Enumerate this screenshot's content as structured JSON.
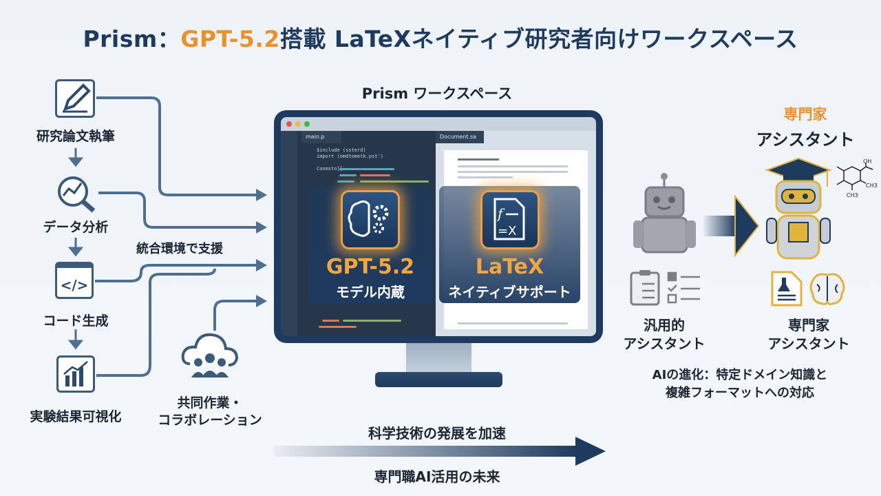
{
  "title": {
    "prefix": "Prism：",
    "highlight": "GPT-5.2",
    "suffix": "搭載 LaTeXネイティブ研究者向けワークスペース"
  },
  "workspace_label": "Prism ワークスペース",
  "left_flow": [
    {
      "label": "研究論文執筆",
      "icon": "pencil-icon"
    },
    {
      "label": "データ分析",
      "icon": "analysis-magnifier-icon"
    },
    {
      "label": "コード生成",
      "icon": "code-icon"
    },
    {
      "label": "実験結果可視化",
      "icon": "bar-chart-icon"
    }
  ],
  "integration_label": "統合環境で支援",
  "collab": {
    "line1": "共同作業・",
    "line2": "コラボレーション",
    "icon": "cloud-people-icon"
  },
  "editor": {
    "tab_code": "main.p",
    "tab_doc": "Document.sa",
    "code_lines": [
      "$include (ssterd)",
      "import (omdtometk.pst')",
      "",
      "Conmstn[["
    ]
  },
  "features": {
    "gpt": {
      "big": "GPT-5.2",
      "sub": "モデル内蔵",
      "icon": "brain-gear-icon"
    },
    "latex": {
      "big": "LaTeX",
      "sub": "ネイティブサポート",
      "icon": "formula-document-icon"
    }
  },
  "right": {
    "top_title_accent": "専門家",
    "top_title": "アシスタント",
    "general": {
      "line1": "汎用的",
      "line2": "アシスタント",
      "icon": "robot-icon"
    },
    "expert": {
      "line1": "専門家",
      "line2": "アシスタント",
      "icon": "graduate-robot-icon"
    },
    "molecule_labels": [
      "OH",
      "CH3",
      "CH3"
    ],
    "caption_line1": "AIの進化：特定ドメイン知識と",
    "caption_line2": "複雑フォーマットへの対応"
  },
  "bottom": {
    "top": "科学技術の発展を加速",
    "bottom": "専門職AI活用の未来"
  },
  "colors": {
    "navy": "#1e3a5f",
    "orange": "#e8912d",
    "gold": "#e0b43c"
  }
}
